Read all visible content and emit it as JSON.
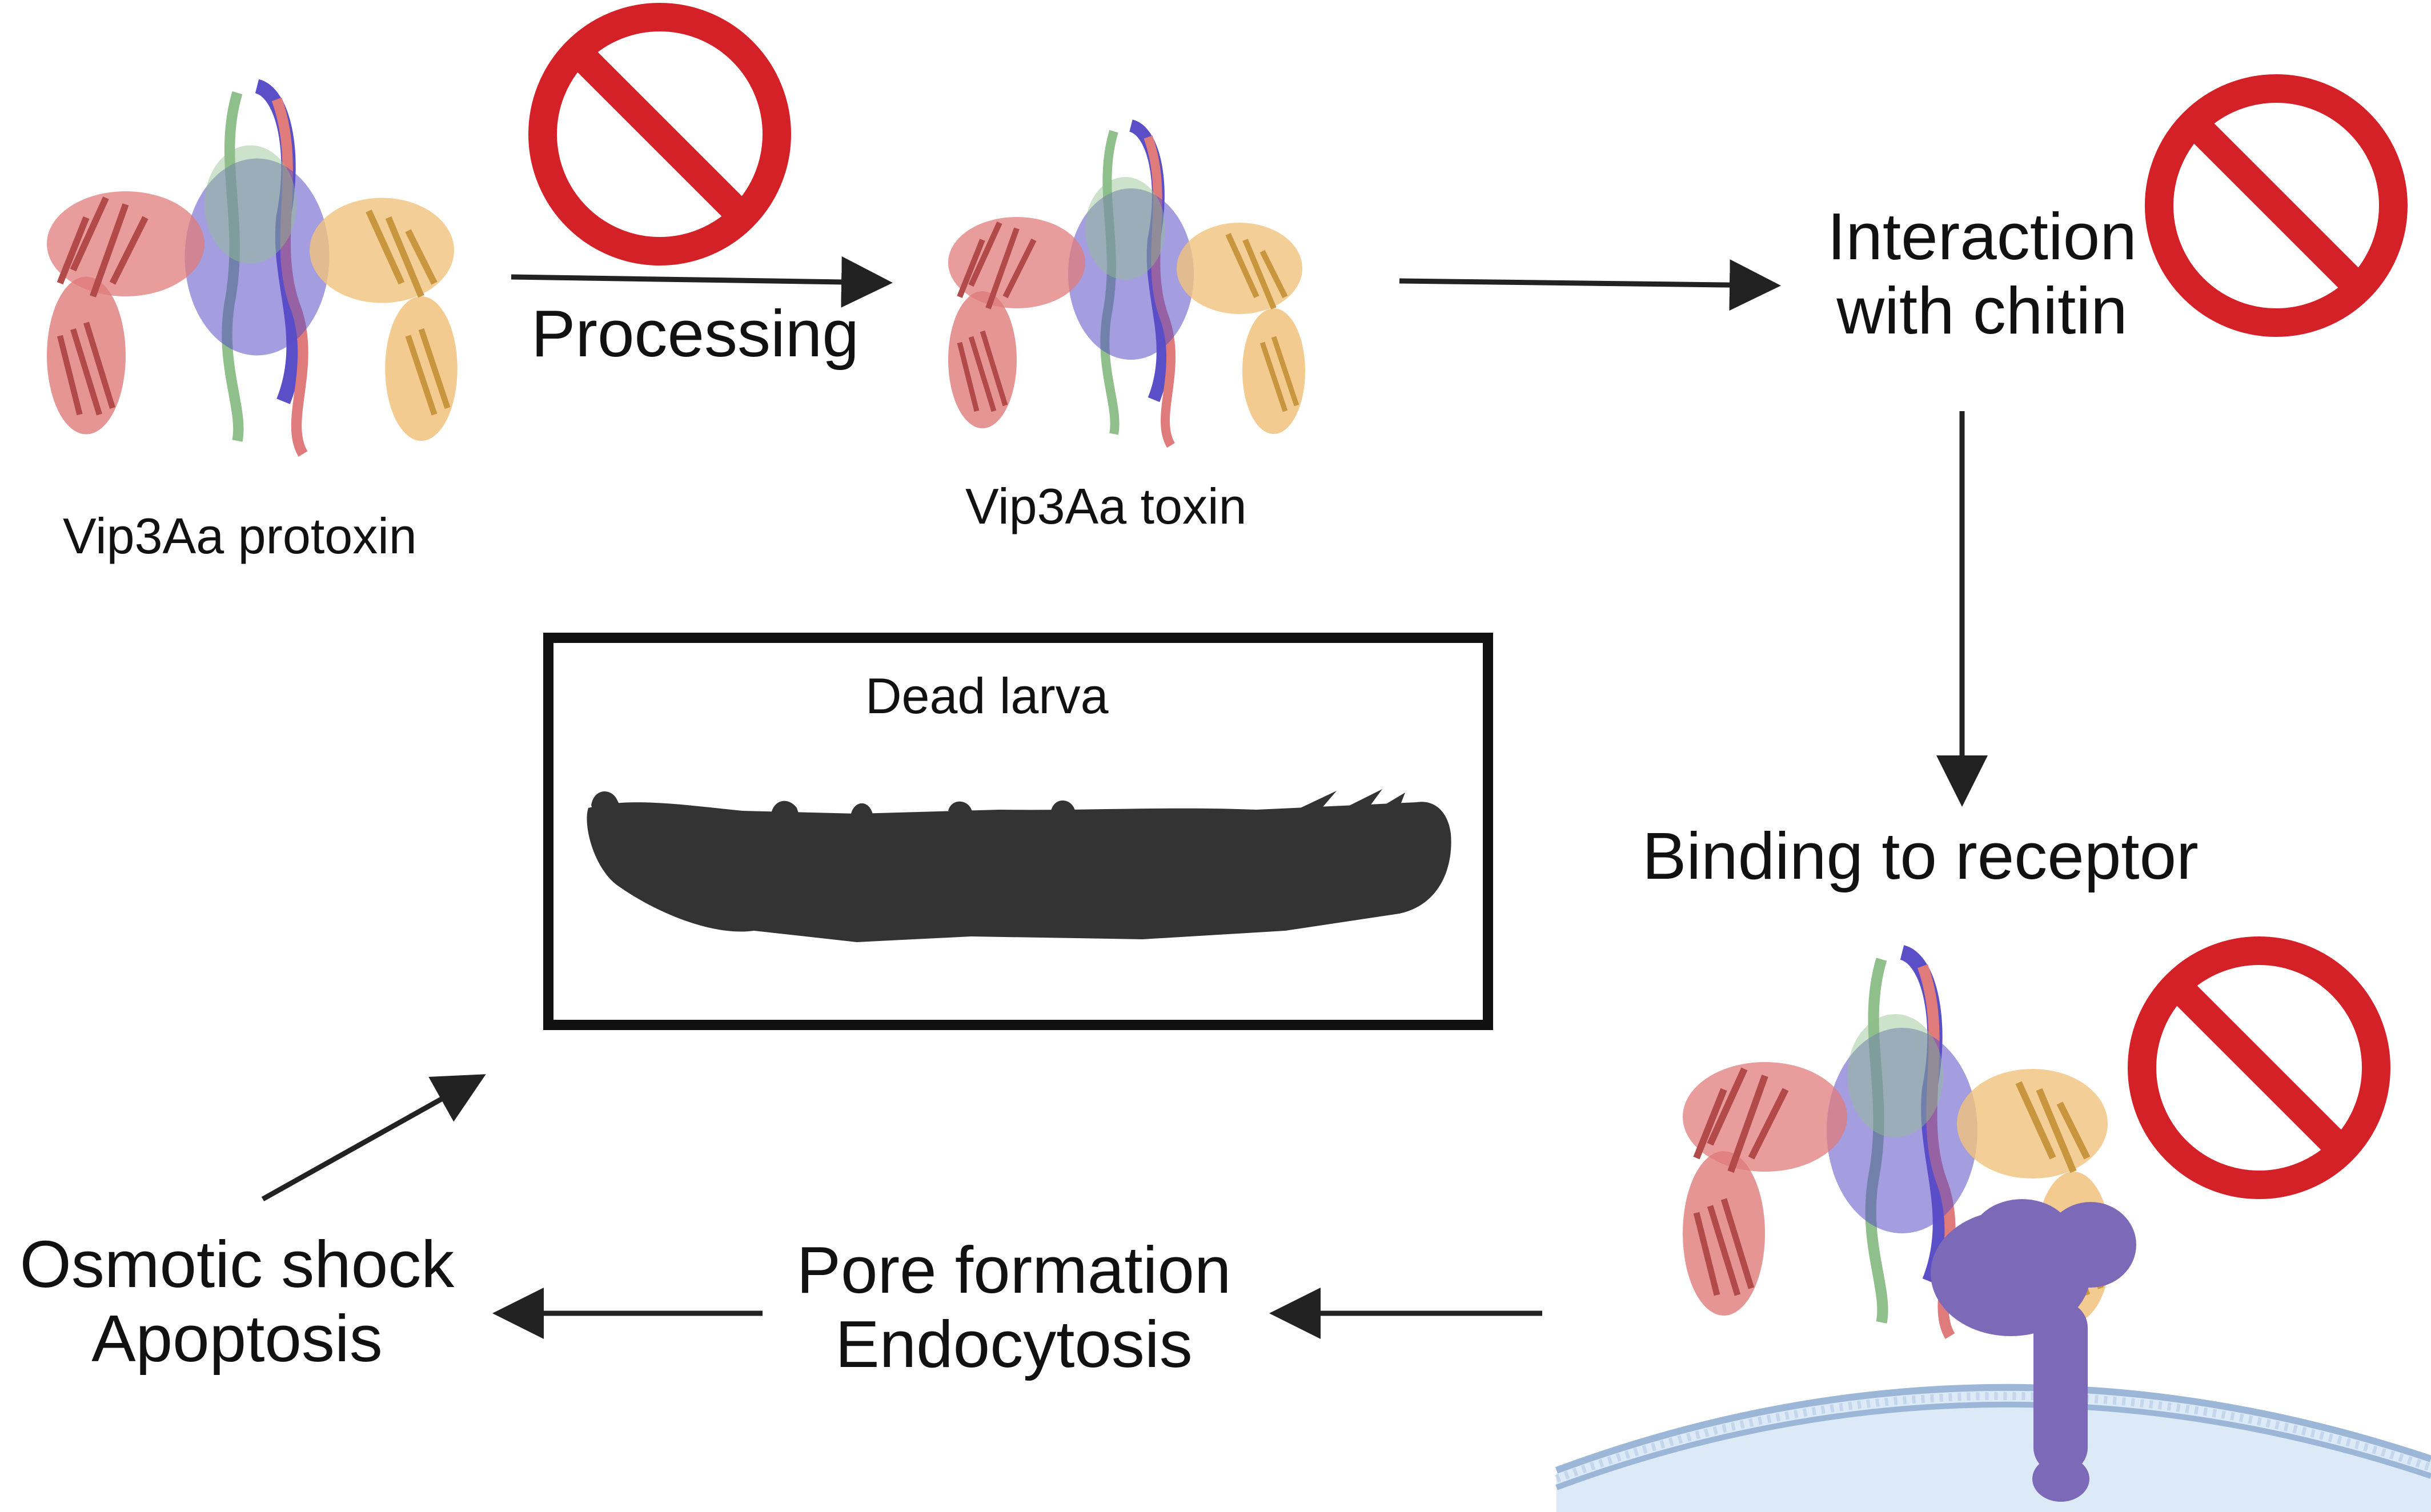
{
  "labels": {
    "protoxin": "Vip3Aa protoxin",
    "processing": "Processing",
    "toxin": "Vip3Aa toxin",
    "chitin_line1": "Interaction",
    "chitin_line2": "with chitin",
    "receptor": "Binding to receptor",
    "dead_larva": "Dead larva",
    "pore_line1": "Pore formation",
    "pore_line2": "Endocytosis",
    "osmotic_line1": "Osmotic shock",
    "osmotic_line2": "Apoptosis"
  },
  "colors": {
    "prohibit_red": "#d42027",
    "arrow": "#222222",
    "larva": "#333333",
    "membrane": "#dce9f7",
    "receptor": "#7c6ab8",
    "chain_red": "#e07b7b",
    "chain_blue": "#5a4fc7",
    "chain_green": "#8fbf8a",
    "chain_orange": "#f1c27d"
  },
  "icons": [
    "prohibited-icon",
    "protein-structure-icon",
    "larva-silhouette-icon",
    "receptor-icon",
    "cell-membrane-icon"
  ]
}
